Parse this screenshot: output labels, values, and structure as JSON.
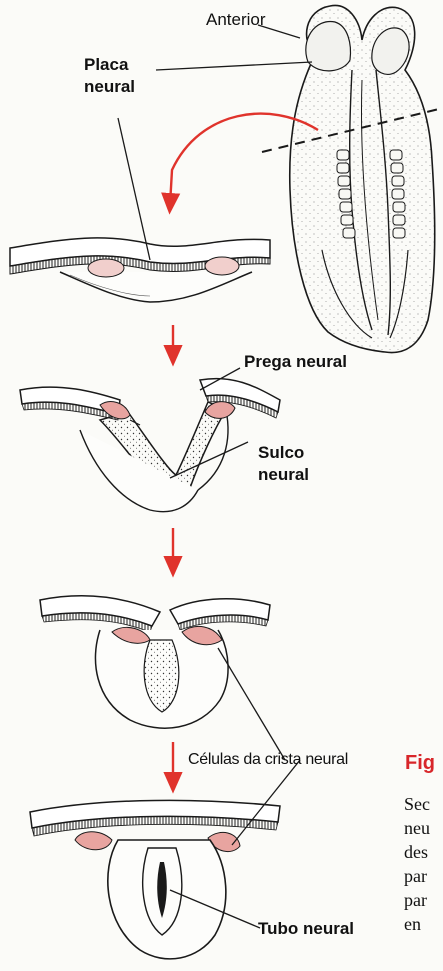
{
  "labels": {
    "anterior": "Anterior",
    "placa_line1": "Placa",
    "placa_line2": "neural",
    "prega": "Prega neural",
    "sulco_line1": "Sulco",
    "sulco_line2": "neural",
    "celulas": "Células da crista neural",
    "tubo": "Tubo neural"
  },
  "caption": {
    "title": "Fig",
    "lines": [
      "Sec",
      "neu",
      "des",
      "par",
      "par",
      "en"
    ]
  },
  "colors": {
    "arrow": "#e0332c",
    "crest": "#e8a4a0",
    "crest_light": "#f1cfcc",
    "ink": "#1a1a1a",
    "caption_title": "#d8262a"
  }
}
